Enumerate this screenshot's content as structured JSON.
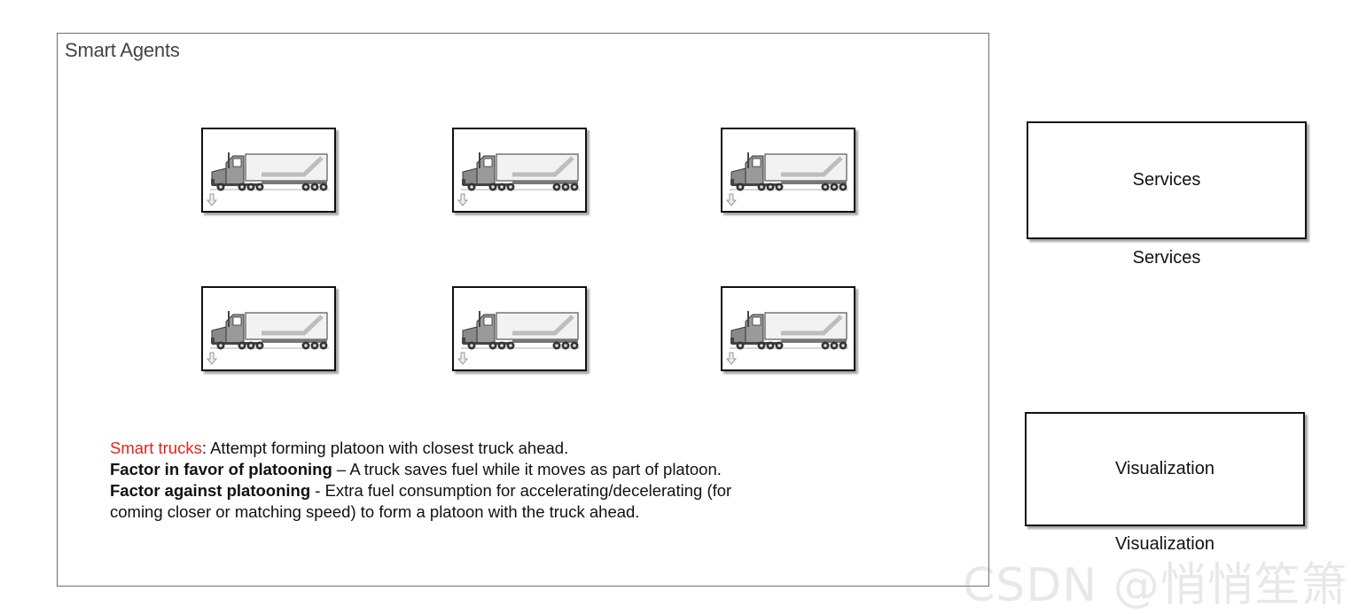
{
  "area": {
    "title": "Smart Agents"
  },
  "agents": [
    {
      "id": 1,
      "icon": "truck-icon"
    },
    {
      "id": 2,
      "icon": "truck-icon"
    },
    {
      "id": 3,
      "icon": "truck-icon"
    },
    {
      "id": 4,
      "icon": "truck-icon"
    },
    {
      "id": 5,
      "icon": "truck-icon"
    },
    {
      "id": 6,
      "icon": "truck-icon"
    }
  ],
  "services": {
    "block_text": "Services",
    "label": "Services"
  },
  "visualization": {
    "block_text": "Visualization",
    "label": "Visualization"
  },
  "description": {
    "line1_highlight": "Smart trucks",
    "line1_rest": ": Attempt forming platoon with closest truck ahead.",
    "line2_bold": "Factor in favor of platooning",
    "line2_rest": " – A truck saves fuel while it moves as part of platoon.",
    "line3_bold": "Factor against platooning",
    "line3_rest": " - Extra fuel consumption for accelerating/decelerating (for coming closer or matching speed) to form a platoon with the truck ahead."
  },
  "watermark": "CSDN @悄悄笙箫",
  "colors": {
    "highlight": "#e0241a",
    "border": "#111111",
    "area_border": "#6e6e6e"
  }
}
